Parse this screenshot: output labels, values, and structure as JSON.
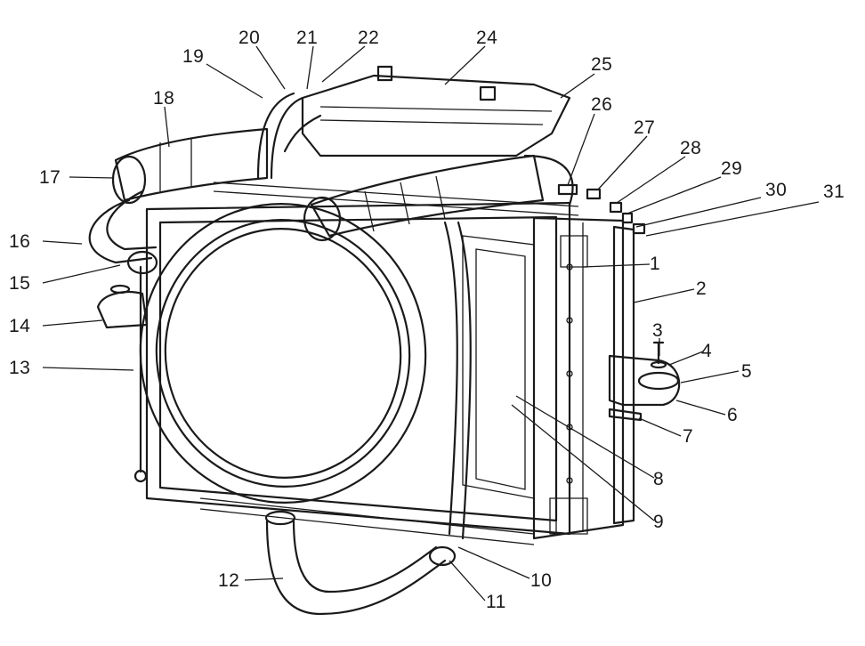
{
  "diagram": {
    "callouts": [
      {
        "id": "1",
        "text": "1"
      },
      {
        "id": "2",
        "text": "2"
      },
      {
        "id": "3",
        "text": "3"
      },
      {
        "id": "4",
        "text": "4"
      },
      {
        "id": "5",
        "text": "5"
      },
      {
        "id": "6",
        "text": "6"
      },
      {
        "id": "7",
        "text": "7"
      },
      {
        "id": "8",
        "text": "8"
      },
      {
        "id": "9",
        "text": "9"
      },
      {
        "id": "10",
        "text": "10"
      },
      {
        "id": "11",
        "text": "11"
      },
      {
        "id": "12",
        "text": "12"
      },
      {
        "id": "13",
        "text": "13"
      },
      {
        "id": "14",
        "text": "14"
      },
      {
        "id": "15",
        "text": "15"
      },
      {
        "id": "16",
        "text": "16"
      },
      {
        "id": "17",
        "text": "17"
      },
      {
        "id": "18",
        "text": "18"
      },
      {
        "id": "19",
        "text": "19"
      },
      {
        "id": "20",
        "text": "20"
      },
      {
        "id": "21",
        "text": "21"
      },
      {
        "id": "22",
        "text": "22"
      },
      {
        "id": "24",
        "text": "24"
      },
      {
        "id": "25",
        "text": "25"
      },
      {
        "id": "26",
        "text": "26"
      },
      {
        "id": "27",
        "text": "27"
      },
      {
        "id": "28",
        "text": "28"
      },
      {
        "id": "29",
        "text": "29"
      },
      {
        "id": "30",
        "text": "30"
      },
      {
        "id": "31",
        "text": "31"
      }
    ]
  }
}
